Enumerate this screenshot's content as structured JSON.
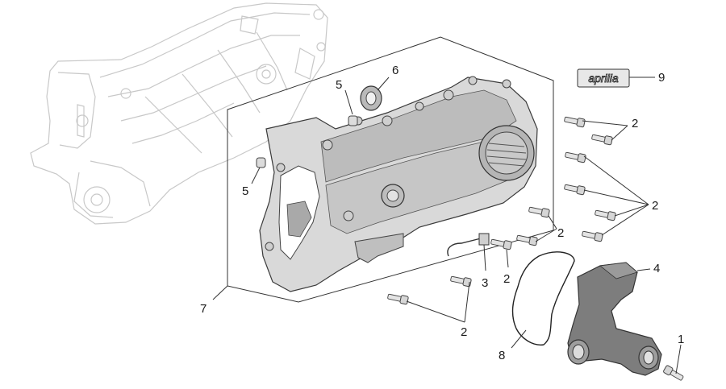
{
  "brand_plate": {
    "text": "aprilia"
  },
  "callouts": {
    "c1": "1",
    "c2a": "2",
    "c2b": "2",
    "c2c": "2",
    "c2d": "2",
    "c2e": "2",
    "c3": "3",
    "c4": "4",
    "c5a": "5",
    "c5b": "5",
    "c6": "6",
    "c7": "7",
    "c8": "8",
    "c9": "9"
  },
  "colors": {
    "cover_fill": "#d9d9d9",
    "cover_shade": "#a9a9a9",
    "ghost_line": "#c8c8c8",
    "manifold_fill": "#7d7d7d"
  }
}
